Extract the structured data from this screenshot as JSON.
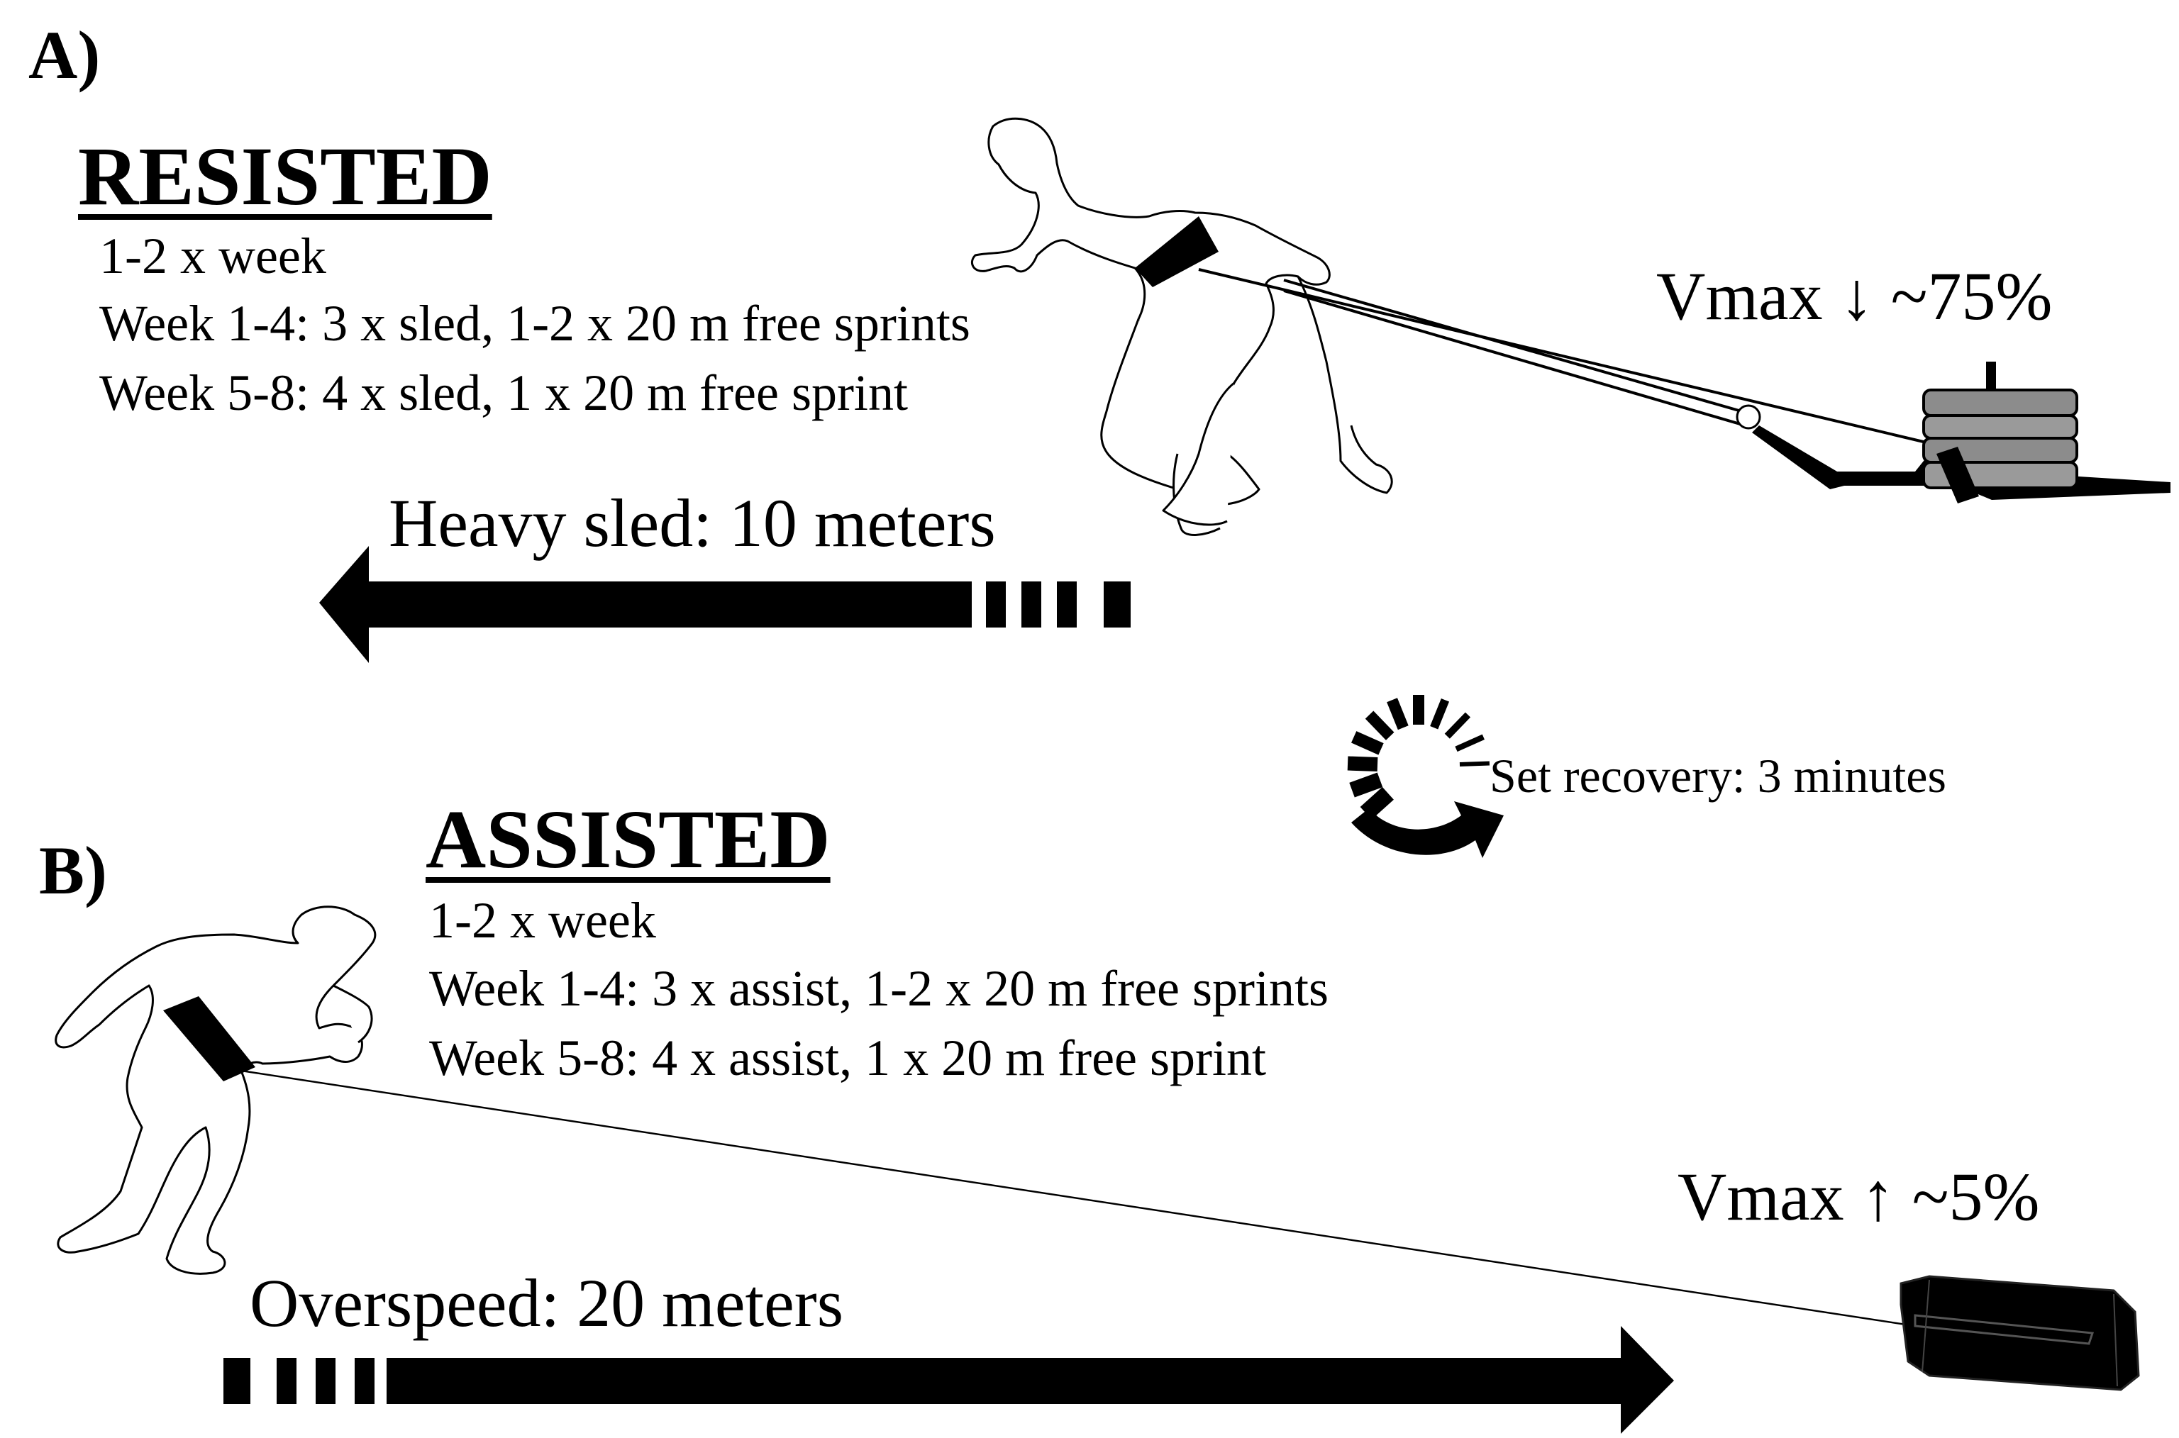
{
  "panel_a": {
    "label": "A)",
    "title": "RESISTED",
    "lines": [
      "1-2 x week",
      "Week 1-4: 3 x sled, 1-2 x 20 m free sprints",
      "Week 5-8: 4 x sled, 1 x 20 m free sprint"
    ],
    "distance_label": "Heavy sled: 10 meters",
    "vmax_label": "Vmax ↓ ~75%"
  },
  "recovery": {
    "label": "Set recovery: 3 minutes"
  },
  "panel_b": {
    "label": "B)",
    "title": "ASSISTED",
    "lines": [
      "1-2 x week",
      "Week 1-4: 3 x assist, 1-2 x 20 m free sprints",
      "Week 5-8: 4 x assist, 1 x 20 m free sprint"
    ],
    "distance_label": "Overspeed: 20 meters",
    "vmax_label": "Vmax ↑ ~5%"
  }
}
